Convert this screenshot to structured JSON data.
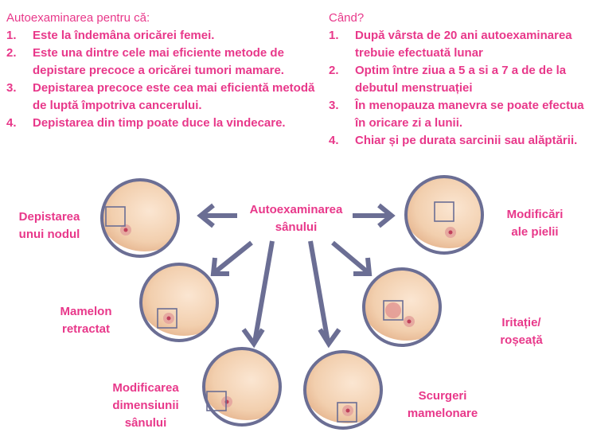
{
  "left_section": {
    "heading": "Autoexaminarea pentru că:",
    "items": [
      {
        "num": "1.",
        "text": "Este la îndemâna oricărei femei."
      },
      {
        "num": "2.",
        "text": "Este una dintre cele mai eficiente metode de depistare precoce a oricărei tumori mamare."
      },
      {
        "num": "3.",
        "text": "Depistarea  precoce este cea mai eficientă metodă de luptă împotriva cancerului."
      },
      {
        "num": "4.",
        "text": "Depistarea  din timp poate duce  la vindecare."
      }
    ]
  },
  "right_section": {
    "heading": "Când?",
    "items": [
      {
        "num": "1.",
        "text": "După vârsta de 20 ani autoexaminarea trebuie efectuată lunar"
      },
      {
        "num": "2.",
        "text": "Optim între ziua  a 5 a si  a 7 a de de la debutul menstruației"
      },
      {
        "num": "3.",
        "text": "În menopauza manevra se poate efectua în oricare zi a lunii."
      },
      {
        "num": "4.",
        "text": "Chiar și pe durata sarcinii sau alăptării."
      }
    ]
  },
  "diagram": {
    "center": {
      "line1": "Autoexaminarea",
      "line2": "sânului"
    },
    "labels": {
      "nodule": {
        "line1": "Depistarea",
        "line2": "unui nodul"
      },
      "skin": {
        "line1": "Modificări",
        "line2": "ale  pielii"
      },
      "nipple": {
        "line1": "Mamelon",
        "line2": "retractat"
      },
      "irritation": {
        "line1": "Iritație/",
        "line2": "roșeață"
      },
      "size": {
        "line1": "Modificarea",
        "line2": "dimensiunii",
        "line3": "sânului"
      },
      "discharge": {
        "line1": "Scurgeri",
        "line2": "mamelonare"
      }
    }
  },
  "colors": {
    "text": "#e8388a",
    "arrow": "#6b6e94",
    "skin": "#f2d2b4"
  }
}
